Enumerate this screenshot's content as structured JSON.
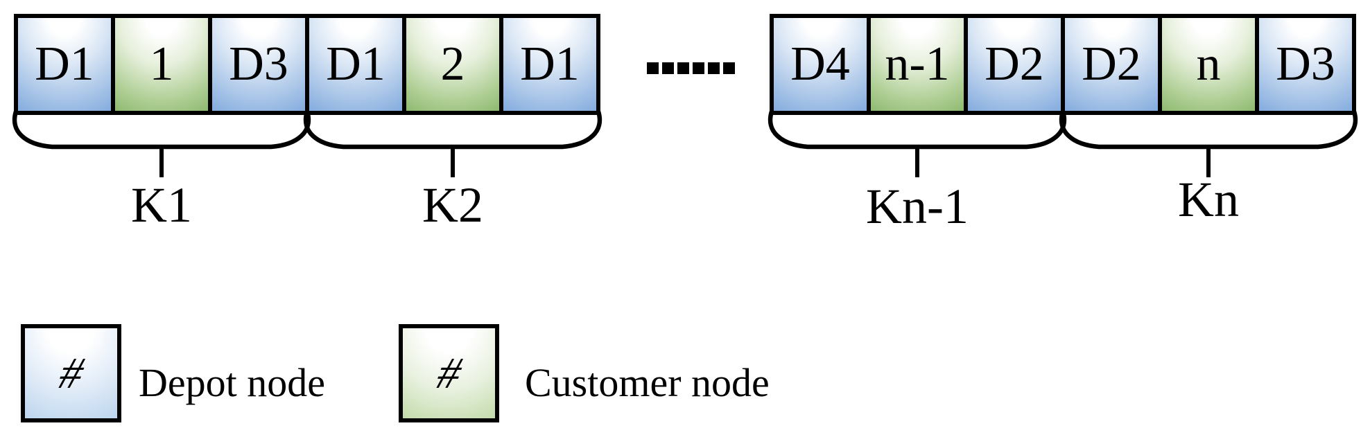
{
  "figure": {
    "description": "Solution encoding: sequence of depot and customer nodes grouped into vehicle routes",
    "routes": [
      {
        "label": "K1",
        "cells": [
          {
            "text": "D1",
            "type": "depot"
          },
          {
            "text": "1",
            "type": "customer"
          },
          {
            "text": "D3",
            "type": "depot"
          }
        ]
      },
      {
        "label": "K2",
        "cells": [
          {
            "text": "D1",
            "type": "depot"
          },
          {
            "text": "2",
            "type": "customer"
          },
          {
            "text": "D1",
            "type": "depot"
          }
        ]
      },
      {
        "label": "Kn-1",
        "cells": [
          {
            "text": "D4",
            "type": "depot"
          },
          {
            "text": "n-1",
            "type": "customer"
          },
          {
            "text": "D2",
            "type": "depot"
          }
        ]
      },
      {
        "label": "Kn",
        "cells": [
          {
            "text": "D2",
            "type": "depot"
          },
          {
            "text": "n",
            "type": "customer"
          },
          {
            "text": "D3",
            "type": "depot"
          }
        ]
      }
    ],
    "ellipsis": "......"
  },
  "legend": {
    "items": [
      {
        "symbol": "#",
        "type": "depot",
        "label": "Depot node"
      },
      {
        "symbol": "#",
        "type": "customer",
        "label": "Customer node"
      }
    ]
  },
  "colors": {
    "depot_fill": "#6f9ed8",
    "customer_fill": "#7aad5a",
    "outline": "#000000",
    "background": "#ffffff"
  }
}
